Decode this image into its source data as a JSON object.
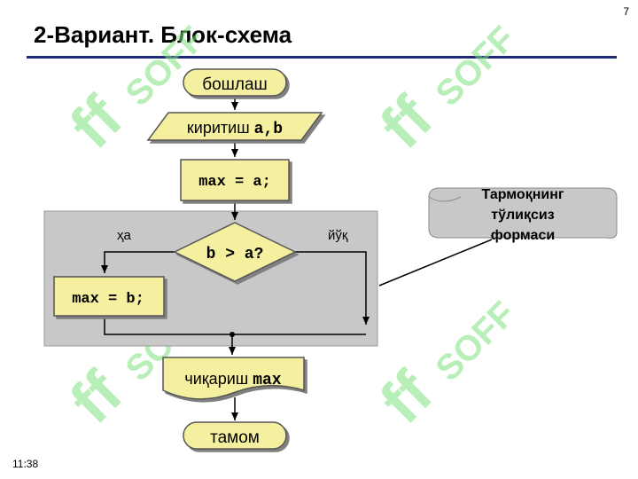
{
  "slide": {
    "page_number": "7",
    "title": "2-Вариант. Блок-схема",
    "time": "11:38"
  },
  "colors": {
    "block_fill": "#f5f0a0",
    "block_stroke": "#555555",
    "region_fill": "#c8c8c8",
    "title_rule": "#1e2a78",
    "watermark": "#7fe07f"
  },
  "watermark": {
    "text": "SOFF",
    "logo": "ff"
  },
  "flowchart": {
    "start": "бошлаш",
    "input_prefix": "киритиш ",
    "input_vars": "a,b",
    "assign_max_a": "max = a;",
    "condition": "b > a?",
    "yes_label": "ҳа",
    "no_label": "йўқ",
    "assign_max_b": "max = b;",
    "output_prefix": "чиқариш ",
    "output_var": "max",
    "end": "тамом"
  },
  "callout": {
    "line1": "Тармоқнинг",
    "line2": "тўлиқсиз",
    "line3": "формаси"
  }
}
